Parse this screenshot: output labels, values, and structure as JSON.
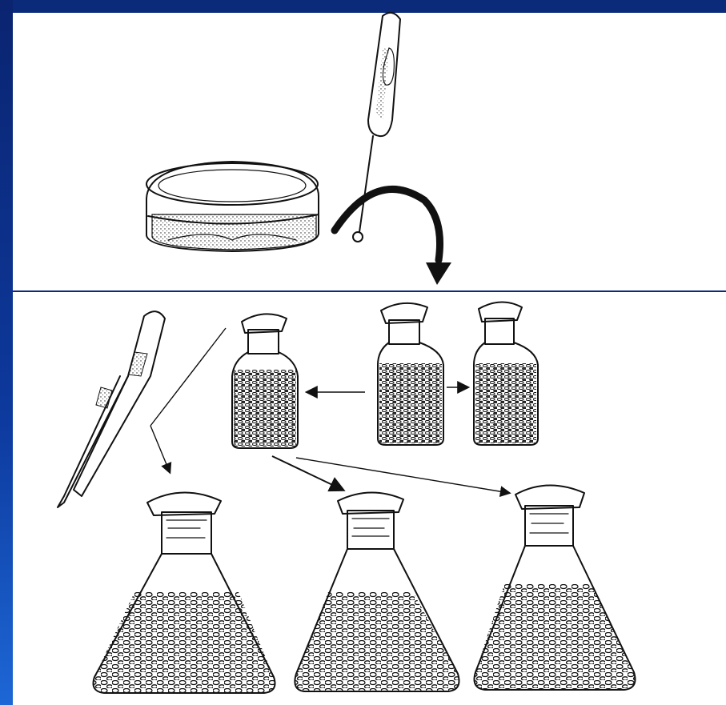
{
  "colors": {
    "frame": "#0b2a7a",
    "frame_gradient_bottom": "#1d67d6",
    "panel": "#ffffff",
    "ink": "#111111"
  },
  "illustration": {
    "steps": [
      {
        "name": "petri-dish-culture"
      },
      {
        "name": "inoculation-loop-transfer"
      },
      {
        "name": "seed-bottles"
      },
      {
        "name": "forceps"
      },
      {
        "name": "grain-flasks"
      }
    ]
  }
}
